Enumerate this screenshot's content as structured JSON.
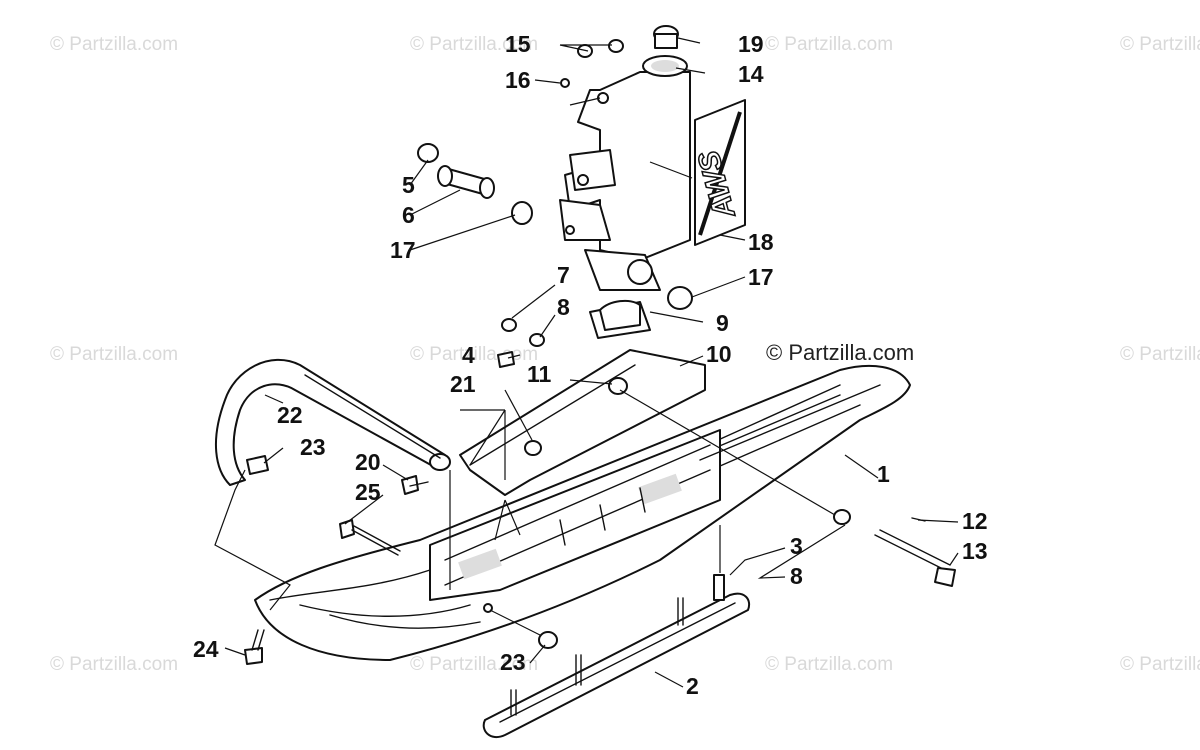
{
  "watermark": {
    "text": "© Partzilla.com"
  },
  "main_watermark": {
    "text": "© Partzilla.com"
  },
  "callouts": [
    "1",
    "2",
    "3",
    "4",
    "5",
    "6",
    "7",
    "8",
    "8",
    "9",
    "10",
    "11",
    "12",
    "13",
    "14",
    "15",
    "16",
    "17",
    "17",
    "18",
    "19",
    "20",
    "21",
    "22",
    "23",
    "23",
    "24",
    "25"
  ],
  "decal": {
    "text": "AWS"
  },
  "colors": {
    "line": "#111111",
    "background": "#ffffff",
    "watermark": "#d9d9d9"
  }
}
